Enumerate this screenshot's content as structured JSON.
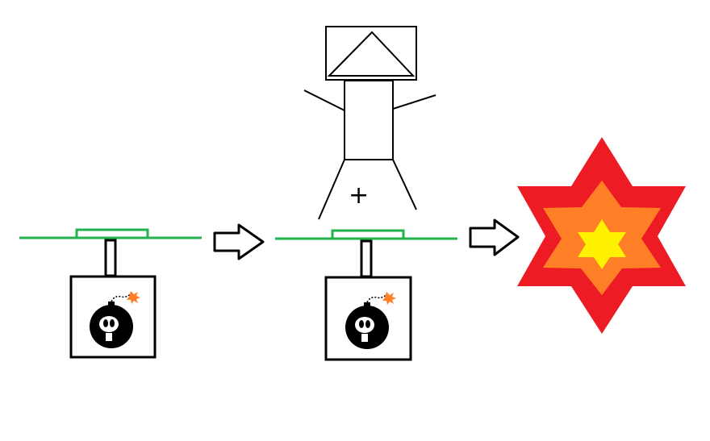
{
  "diagram": {
    "plus_symbol": "+",
    "colors": {
      "background": "#ffffff",
      "ground_line": "#22b14c",
      "outline": "#000000",
      "bomb_fuse_spark": "#ff7f27",
      "explosion_outer": "#ed1c24",
      "explosion_middle": "#ff7f27",
      "explosion_inner": "#fff200"
    },
    "icons": [
      "pressure-plate",
      "bomb",
      "arrow-right",
      "stick-figure",
      "explosion-star"
    ]
  }
}
